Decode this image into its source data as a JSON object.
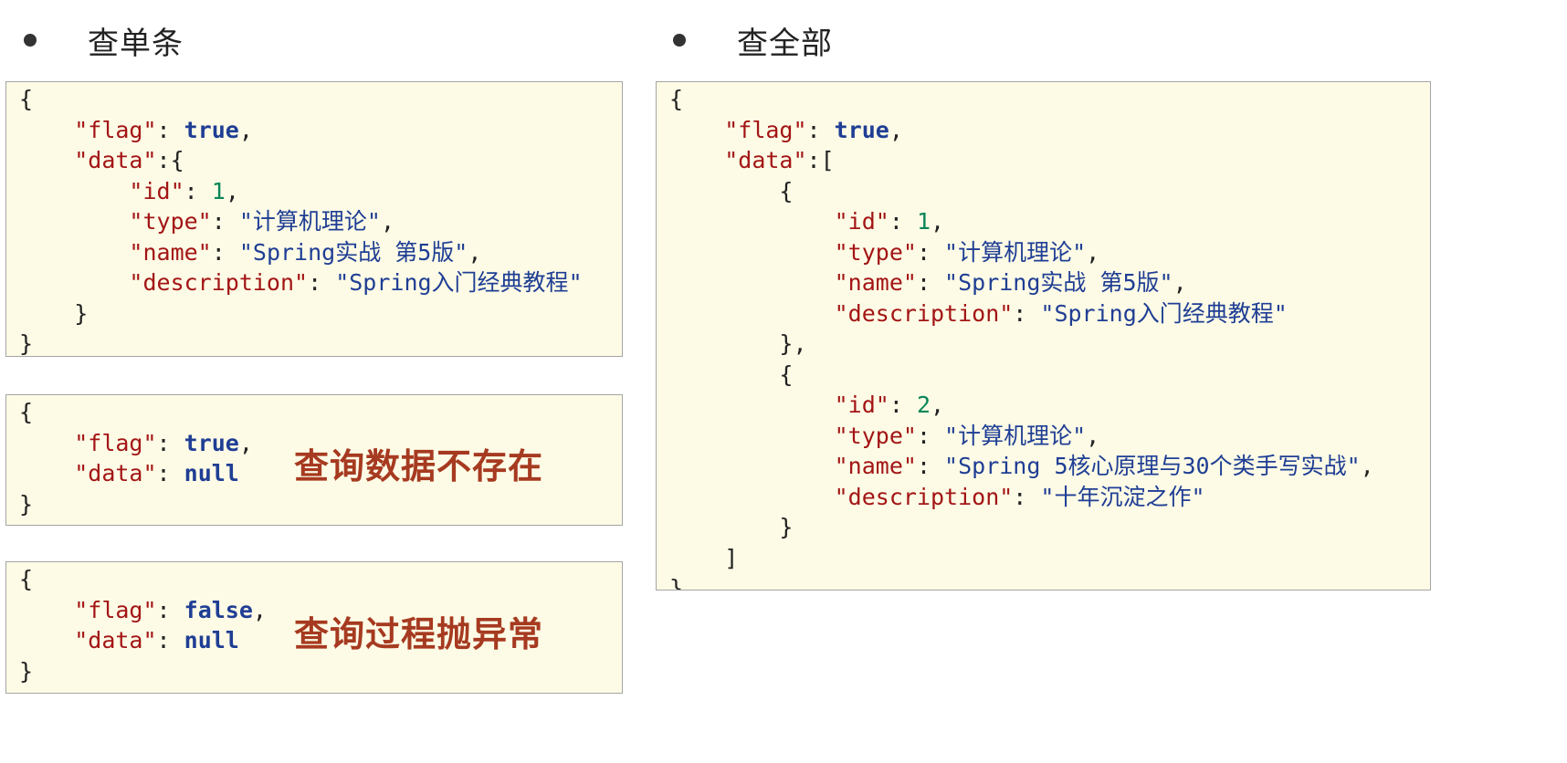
{
  "headings": {
    "single": "查单条",
    "all": "查全部"
  },
  "notes": {
    "not_found": "查询数据不存在",
    "exception": "查询过程抛异常"
  },
  "colors": {
    "box_background": "#fdfbe6",
    "box_border": "#a5a5a5",
    "json_key": "#a31515",
    "json_keyword": "#1f3e94",
    "json_number": "#098658",
    "json_string": "#1f3e94",
    "note_text": "#a63a20"
  },
  "single_success": [
    [
      {
        "t": "{",
        "c": "p"
      }
    ],
    [
      {
        "t": "    ",
        "c": "p"
      },
      {
        "t": "\"flag\"",
        "c": "k"
      },
      {
        "t": ": ",
        "c": "p"
      },
      {
        "t": "true",
        "c": "kw"
      },
      {
        "t": ",",
        "c": "p"
      }
    ],
    [
      {
        "t": "    ",
        "c": "p"
      },
      {
        "t": "\"data\"",
        "c": "k"
      },
      {
        "t": ":{",
        "c": "p"
      }
    ],
    [
      {
        "t": "        ",
        "c": "p"
      },
      {
        "t": "\"id\"",
        "c": "k"
      },
      {
        "t": ": ",
        "c": "p"
      },
      {
        "t": "1",
        "c": "n"
      },
      {
        "t": ",",
        "c": "p"
      }
    ],
    [
      {
        "t": "        ",
        "c": "p"
      },
      {
        "t": "\"type\"",
        "c": "k"
      },
      {
        "t": ": ",
        "c": "p"
      },
      {
        "t": "\"计算机理论\"",
        "c": "s"
      },
      {
        "t": ",",
        "c": "p"
      }
    ],
    [
      {
        "t": "        ",
        "c": "p"
      },
      {
        "t": "\"name\"",
        "c": "k"
      },
      {
        "t": ": ",
        "c": "p"
      },
      {
        "t": "\"Spring实战 第5版\"",
        "c": "s"
      },
      {
        "t": ",",
        "c": "p"
      }
    ],
    [
      {
        "t": "        ",
        "c": "p"
      },
      {
        "t": "\"description\"",
        "c": "k"
      },
      {
        "t": ": ",
        "c": "p"
      },
      {
        "t": "\"Spring入门经典教程\"",
        "c": "s"
      }
    ],
    [
      {
        "t": "    }",
        "c": "p"
      }
    ],
    [
      {
        "t": "}",
        "c": "p"
      }
    ]
  ],
  "single_not_found": [
    [
      {
        "t": "{",
        "c": "p"
      }
    ],
    [
      {
        "t": "    ",
        "c": "p"
      },
      {
        "t": "\"flag\"",
        "c": "k"
      },
      {
        "t": ": ",
        "c": "p"
      },
      {
        "t": "true",
        "c": "kw"
      },
      {
        "t": ",",
        "c": "p"
      }
    ],
    [
      {
        "t": "    ",
        "c": "p"
      },
      {
        "t": "\"data\"",
        "c": "k"
      },
      {
        "t": ": ",
        "c": "p"
      },
      {
        "t": "null",
        "c": "kw"
      }
    ],
    [
      {
        "t": "}",
        "c": "p"
      }
    ]
  ],
  "single_exception": [
    [
      {
        "t": "{",
        "c": "p"
      }
    ],
    [
      {
        "t": "    ",
        "c": "p"
      },
      {
        "t": "\"flag\"",
        "c": "k"
      },
      {
        "t": ": ",
        "c": "p"
      },
      {
        "t": "false",
        "c": "kw"
      },
      {
        "t": ",",
        "c": "p"
      }
    ],
    [
      {
        "t": "    ",
        "c": "p"
      },
      {
        "t": "\"data\"",
        "c": "k"
      },
      {
        "t": ": ",
        "c": "p"
      },
      {
        "t": "null",
        "c": "kw"
      }
    ],
    [
      {
        "t": "}",
        "c": "p"
      }
    ]
  ],
  "all_success": [
    [
      {
        "t": "{",
        "c": "p"
      }
    ],
    [
      {
        "t": "    ",
        "c": "p"
      },
      {
        "t": "\"flag\"",
        "c": "k"
      },
      {
        "t": ": ",
        "c": "p"
      },
      {
        "t": "true",
        "c": "kw"
      },
      {
        "t": ",",
        "c": "p"
      }
    ],
    [
      {
        "t": "    ",
        "c": "p"
      },
      {
        "t": "\"data\"",
        "c": "k"
      },
      {
        "t": ":[",
        "c": "p"
      }
    ],
    [
      {
        "t": "        {",
        "c": "p"
      }
    ],
    [
      {
        "t": "            ",
        "c": "p"
      },
      {
        "t": "\"id\"",
        "c": "k"
      },
      {
        "t": ": ",
        "c": "p"
      },
      {
        "t": "1",
        "c": "n"
      },
      {
        "t": ",",
        "c": "p"
      }
    ],
    [
      {
        "t": "            ",
        "c": "p"
      },
      {
        "t": "\"type\"",
        "c": "k"
      },
      {
        "t": ": ",
        "c": "p"
      },
      {
        "t": "\"计算机理论\"",
        "c": "s"
      },
      {
        "t": ",",
        "c": "p"
      }
    ],
    [
      {
        "t": "            ",
        "c": "p"
      },
      {
        "t": "\"name\"",
        "c": "k"
      },
      {
        "t": ": ",
        "c": "p"
      },
      {
        "t": "\"Spring实战 第5版\"",
        "c": "s"
      },
      {
        "t": ",",
        "c": "p"
      }
    ],
    [
      {
        "t": "            ",
        "c": "p"
      },
      {
        "t": "\"description\"",
        "c": "k"
      },
      {
        "t": ": ",
        "c": "p"
      },
      {
        "t": "\"Spring入门经典教程\"",
        "c": "s"
      }
    ],
    [
      {
        "t": "        },",
        "c": "p"
      }
    ],
    [
      {
        "t": "        {",
        "c": "p"
      }
    ],
    [
      {
        "t": "            ",
        "c": "p"
      },
      {
        "t": "\"id\"",
        "c": "k"
      },
      {
        "t": ": ",
        "c": "p"
      },
      {
        "t": "2",
        "c": "n"
      },
      {
        "t": ",",
        "c": "p"
      }
    ],
    [
      {
        "t": "            ",
        "c": "p"
      },
      {
        "t": "\"type\"",
        "c": "k"
      },
      {
        "t": ": ",
        "c": "p"
      },
      {
        "t": "\"计算机理论\"",
        "c": "s"
      },
      {
        "t": ",",
        "c": "p"
      }
    ],
    [
      {
        "t": "            ",
        "c": "p"
      },
      {
        "t": "\"name\"",
        "c": "k"
      },
      {
        "t": ": ",
        "c": "p"
      },
      {
        "t": "\"Spring 5核心原理与30个类手写实战\"",
        "c": "s"
      },
      {
        "t": ",",
        "c": "p"
      }
    ],
    [
      {
        "t": "            ",
        "c": "p"
      },
      {
        "t": "\"description\"",
        "c": "k"
      },
      {
        "t": ": ",
        "c": "p"
      },
      {
        "t": "\"十年沉淀之作\"",
        "c": "s"
      }
    ],
    [
      {
        "t": "        }",
        "c": "p"
      }
    ],
    [
      {
        "t": "    ]",
        "c": "p"
      }
    ],
    [
      {
        "t": "}",
        "c": "p"
      }
    ]
  ]
}
